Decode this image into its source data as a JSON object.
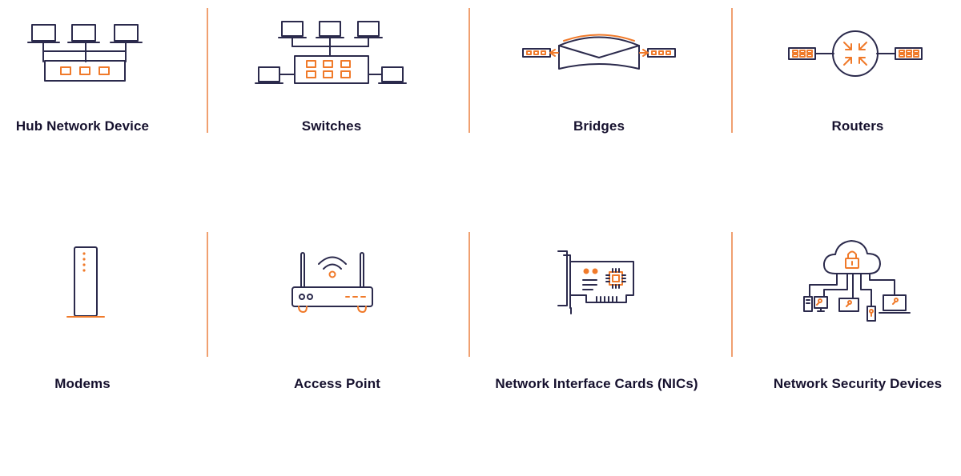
{
  "colors": {
    "accent": "#f07a2a",
    "ink": "#2b2a4c",
    "divider": "#f0a070"
  },
  "devices": [
    {
      "label": "Hub Network Device",
      "icon": "hub-icon"
    },
    {
      "label": "Switches",
      "icon": "switch-icon"
    },
    {
      "label": "Bridges",
      "icon": "bridge-icon"
    },
    {
      "label": "Routers",
      "icon": "router-icon"
    },
    {
      "label": "Modems",
      "icon": "modem-icon"
    },
    {
      "label": "Access Point",
      "icon": "access-point-icon"
    },
    {
      "label": "Network Interface Cards (NICs)",
      "icon": "nic-icon"
    },
    {
      "label": "Network Security Devices",
      "icon": "security-cloud-icon"
    }
  ]
}
